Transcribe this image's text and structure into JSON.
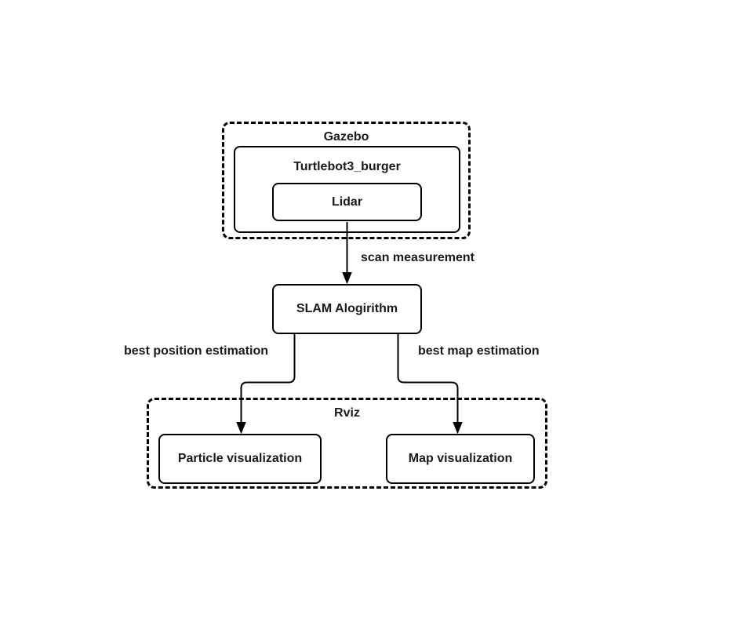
{
  "diagram": {
    "colors": {
      "background": "#ffffff",
      "stroke": "#000000",
      "text": "#1a1a1a"
    },
    "containers": {
      "gazebo": {
        "label": "Gazebo"
      },
      "rviz": {
        "label": "Rviz"
      }
    },
    "nodes": {
      "turtlebot": {
        "label": "Turtlebot3_burger"
      },
      "lidar": {
        "label": "Lidar"
      },
      "slam": {
        "label": "SLAM Alogirithm"
      },
      "particle": {
        "label": "Particle visualization"
      },
      "mapviz": {
        "label": "Map visualization"
      }
    },
    "edges": {
      "scan": {
        "label": "scan measurement"
      },
      "best_position": {
        "label": "best position estimation"
      },
      "best_map": {
        "label": "best map estimation"
      }
    }
  }
}
